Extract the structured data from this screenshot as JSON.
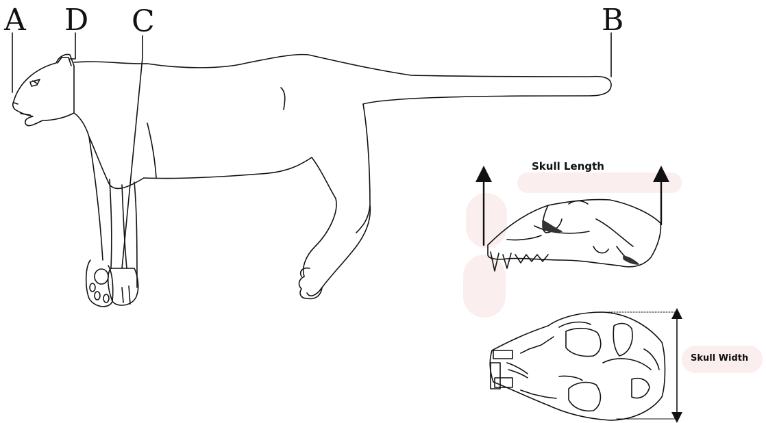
{
  "markers": {
    "a": "A",
    "d": "D",
    "c": "C",
    "b": "B"
  },
  "skull": {
    "length_label": "Skull Length",
    "width_label": "Skull Width"
  },
  "colors": {
    "line": "#111111",
    "highlight": "#fbeeee"
  }
}
